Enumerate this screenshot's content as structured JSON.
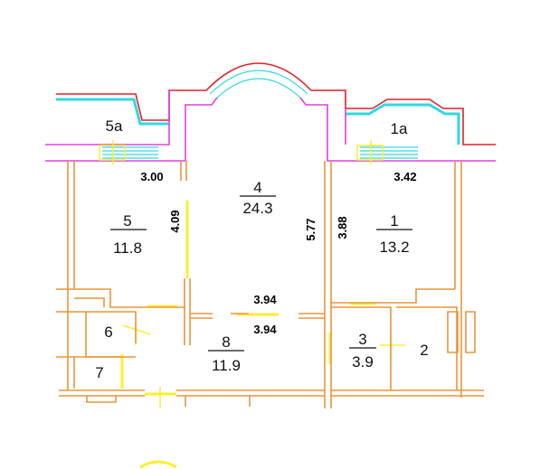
{
  "rooms": [
    {
      "id": "5a",
      "number": "5а"
    },
    {
      "id": "1a",
      "number": "1а"
    },
    {
      "id": "4",
      "number": "4",
      "area": "24.3"
    },
    {
      "id": "5",
      "number": "5",
      "area": "11.8"
    },
    {
      "id": "1",
      "number": "1",
      "area": "13.2"
    },
    {
      "id": "6",
      "number": "6"
    },
    {
      "id": "8",
      "number": "8",
      "area": "11.9"
    },
    {
      "id": "3",
      "number": "3",
      "area": "3.9"
    },
    {
      "id": "2",
      "number": "2"
    },
    {
      "id": "7",
      "number": "7"
    }
  ],
  "dimensions": {
    "balcony_left_width": "3.00",
    "balcony_right_width": "3.42",
    "room5_length": "4.09",
    "room4_length": "5.77",
    "room1_length": "3.88",
    "room4_width": "3.94",
    "hall_width": "3.94"
  },
  "colors": {
    "walls": "#e8963a",
    "outer": "#e0202a",
    "facade": "#e040e0",
    "glazing": "#30d8e0",
    "openings": "#ffee30"
  }
}
